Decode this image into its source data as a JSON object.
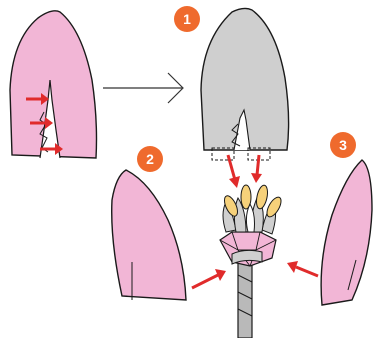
{
  "diagram": {
    "steps": [
      {
        "number": "1"
      },
      {
        "number": "2"
      },
      {
        "number": "3"
      }
    ],
    "colors": {
      "petal_pink": "#f2b6d6",
      "petal_grey": "#cfcfcf",
      "stamen_yellow": "#f6d17a",
      "stem_grey": "#b9b9b9",
      "arrow_red": "#e02b2b",
      "badge_orange": "#ef6a2d",
      "outline": "#1a1a1a"
    }
  }
}
